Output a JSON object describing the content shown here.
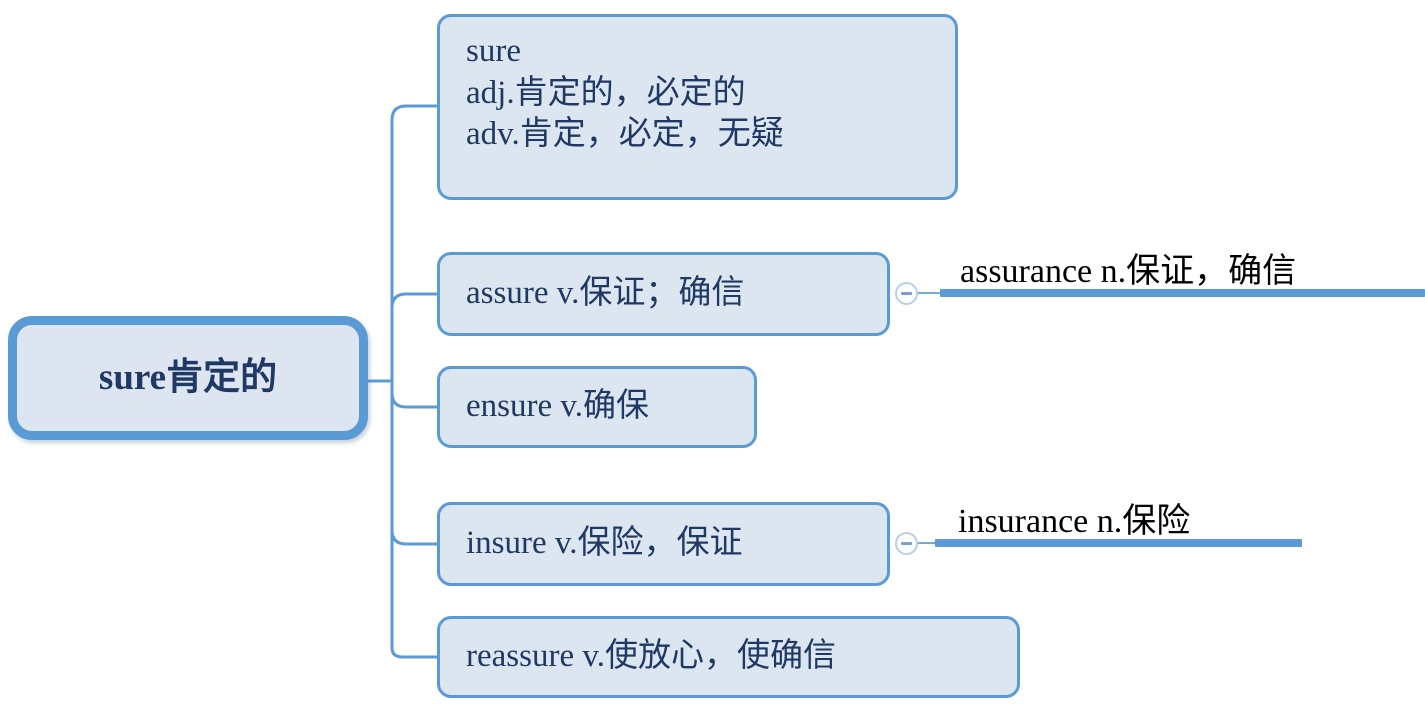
{
  "diagram": {
    "type": "mind-map",
    "title": "sure word family mind map",
    "colors": {
      "node_fill": "#dce6f1",
      "node_border": "#5b9bd5",
      "node_text": "#1f3864",
      "link": "#5b9bd5",
      "external_text": "#000000",
      "background": "#ffffff"
    },
    "root": {
      "id": "root",
      "label": "sure肯定的"
    },
    "branches": [
      {
        "id": "sure",
        "label": "sure\nadj.肯定的，必定的\nadv.肯定，必定，无疑",
        "lines": [
          "sure",
          "adj.肯定的，必定的",
          "adv.肯定，必定，无疑"
        ],
        "has_toggle": false
      },
      {
        "id": "assure",
        "label": "assure v.保证；确信",
        "has_toggle": true,
        "toggle_state": "expanded",
        "toggle_glyph": "minus",
        "related": {
          "id": "assurance",
          "label": "assurance n.保证，确信"
        }
      },
      {
        "id": "ensure",
        "label": "ensure v.确保",
        "has_toggle": false
      },
      {
        "id": "insure",
        "label": "insure v.保险，保证",
        "has_toggle": true,
        "toggle_state": "expanded",
        "toggle_glyph": "minus",
        "related": {
          "id": "insurance",
          "label": "insurance n.保险"
        }
      },
      {
        "id": "reassure",
        "label": "reassure v.使放心，使确信",
        "has_toggle": false
      }
    ]
  }
}
